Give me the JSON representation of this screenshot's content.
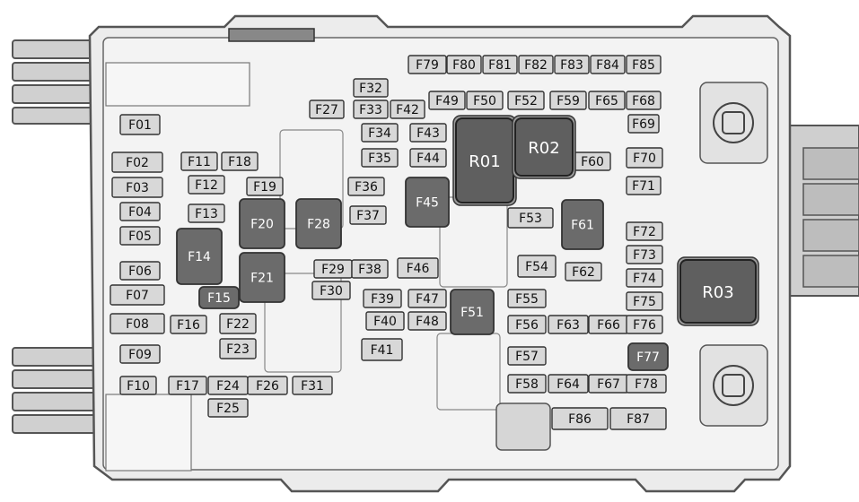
{
  "diagram": {
    "colors": {
      "housing": "#ededed",
      "housing_stroke": "#5a5a5a",
      "inner": "#e6e6e6",
      "mini_fuse": "#d8d8d8",
      "dark_fuse": "#6b6b6b",
      "relay": "#5f5f5f",
      "connector": "#c9c9c9"
    },
    "light_fuses": [
      "F79",
      "F80",
      "F81",
      "F82",
      "F83",
      "F84",
      "F85",
      "F32",
      "F27",
      "F33",
      "F42",
      "F49",
      "F50",
      "F52",
      "F59",
      "F65",
      "F68",
      "F01",
      "F69",
      "F34",
      "F43",
      "F35",
      "F44",
      "F60",
      "F70",
      "F02",
      "F11",
      "F18",
      "F03",
      "F12",
      "F19",
      "F36",
      "F71",
      "F04",
      "F13",
      "F37",
      "F53",
      "F05",
      "F72",
      "F73",
      "F06",
      "F29",
      "F38",
      "F46",
      "F54",
      "F62",
      "F74",
      "F07",
      "F30",
      "F39",
      "F47",
      "F55",
      "F75",
      "F08",
      "F16",
      "F22",
      "F40",
      "F48",
      "F56",
      "F63",
      "F66",
      "F76",
      "F23",
      "F41",
      "F09",
      "F57",
      "F10",
      "F17",
      "F24",
      "F26",
      "F31",
      "F58",
      "F64",
      "F67",
      "F78",
      "F25",
      "F86",
      "F87"
    ],
    "dark_fuses": [
      "F14",
      "F15",
      "F20",
      "F21",
      "F28",
      "F45",
      "F51",
      "F61",
      "F77"
    ],
    "relays": [
      "R01",
      "R02",
      "R03"
    ]
  }
}
